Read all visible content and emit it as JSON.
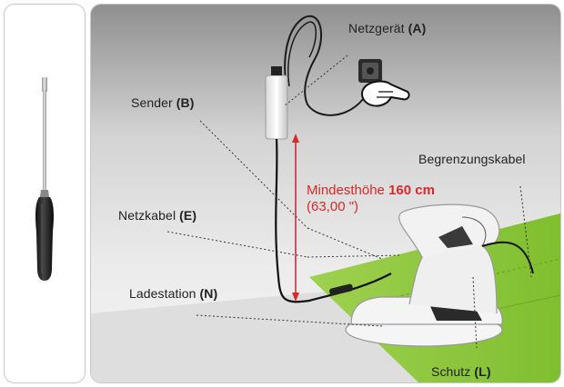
{
  "labels": {
    "netzgeraet": {
      "text": "Netzgerät",
      "code": "(A)"
    },
    "sender": {
      "text": "Sender",
      "code": "(B)"
    },
    "begrenzungskabel": {
      "text": "Begrenzungskabel"
    },
    "netzkabel": {
      "text": "Netzkabel",
      "code": "(E)"
    },
    "ladestation": {
      "text": "Ladestation",
      "code": "(N)"
    },
    "schutz": {
      "text": "Schutz",
      "code": "(L)"
    }
  },
  "min_height": {
    "prefix": "Mindesthöhe",
    "value": "160 cm",
    "imperial": "(63,00 \")"
  },
  "colors": {
    "accent_red": "#d62a2a",
    "grass_green": "#8cc83c",
    "wall_gray": "#a9a9a9",
    "leader_line": "#333333"
  },
  "icons": {
    "tool": "screwdriver-icon",
    "outlet": "wall-outlet-icon",
    "hand": "hand-plug-icon"
  }
}
